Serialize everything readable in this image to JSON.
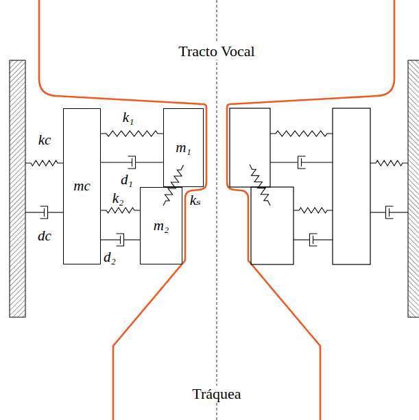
{
  "diagram": {
    "nodes": [
      {
        "text": [
          "mc"
        ]
      },
      {
        "text": [
          "m₁"
        ]
      },
      {
        "text": [
          "m₂"
        ]
      }
    ],
    "edges": [
      {
        "from": 0,
        "to": 1,
        "arrow": "none",
        "label": "k₁"
      },
      {
        "from": 0,
        "to": 1,
        "arrow": "none",
        "label": "d₁"
      },
      {
        "from": 0,
        "to": 2,
        "arrow": "none",
        "label": "k₂"
      },
      {
        "from": 0,
        "to": 2,
        "arrow": "none",
        "label": "d₂"
      },
      {
        "from": 1,
        "to": 2,
        "arrow": "none",
        "label": "kₛ"
      }
    ],
    "labels": [
      "Tracto Vocal",
      "Tráquea",
      "kc",
      "dc"
    ]
  }
}
